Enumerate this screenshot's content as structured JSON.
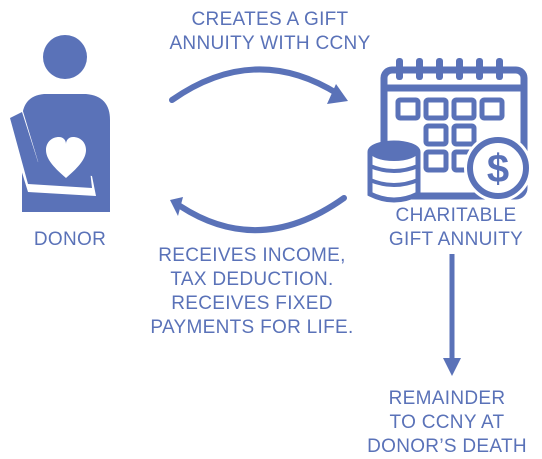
{
  "colors": {
    "primary": "#5a72b8",
    "background": "#ffffff"
  },
  "icons": {
    "donor": "person-with-heart-icon",
    "annuity": "calendar-coins-dollar-icon"
  },
  "captions": {
    "top": [
      "CREATES A GIFT",
      "ANNUITY WITH CCNY"
    ],
    "bottom": [
      "RECEIVES INCOME,",
      "TAX DEDUCTION.",
      "RECEIVES FIXED",
      "PAYMENTS FOR LIFE."
    ],
    "remainder": [
      "REMAINDER",
      "TO CCNY AT",
      "DONOR’S DEATH"
    ]
  },
  "nodes": {
    "donor_label": "DONOR",
    "annuity_label": [
      "CHARITABLE",
      "GIFT ANNUITY"
    ]
  }
}
